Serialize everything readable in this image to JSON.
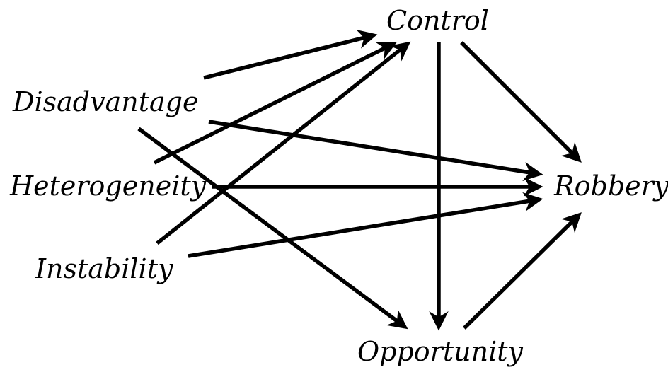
{
  "nodes": {
    "control": "Control",
    "disadvantage": "Disadvantage",
    "heterogeneity": "Heterogeneity",
    "instability": "Instability",
    "robbery": "Robbery",
    "opportunity": "Opportunity"
  },
  "edges": [
    {
      "from": "disadvantage",
      "to": "control"
    },
    {
      "from": "disadvantage",
      "to": "robbery"
    },
    {
      "from": "disadvantage",
      "to": "opportunity"
    },
    {
      "from": "heterogeneity",
      "to": "control"
    },
    {
      "from": "heterogeneity",
      "to": "robbery"
    },
    {
      "from": "instability",
      "to": "control"
    },
    {
      "from": "instability",
      "to": "robbery"
    },
    {
      "from": "control",
      "to": "opportunity"
    },
    {
      "from": "control",
      "to": "robbery"
    },
    {
      "from": "opportunity",
      "to": "robbery"
    }
  ],
  "colors": {
    "ink": "#000000",
    "background": "#ffffff"
  }
}
